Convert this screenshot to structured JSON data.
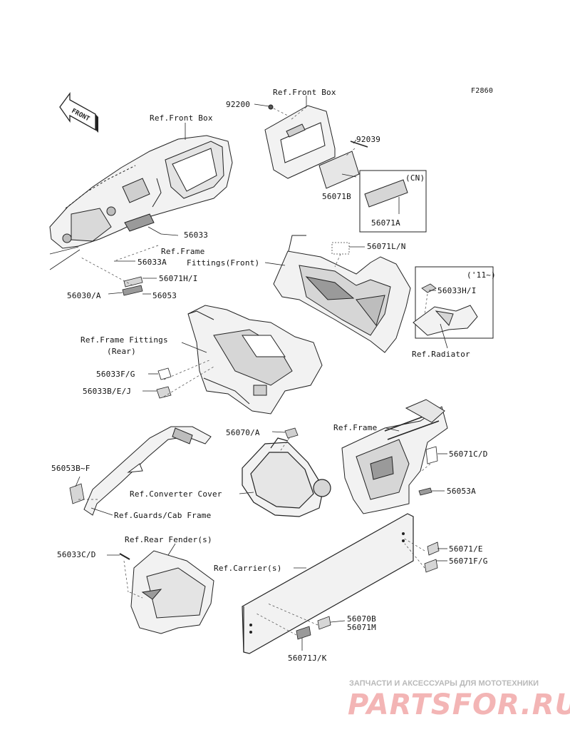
{
  "figure_code": "F2860",
  "front_arrow_label": "FRONT",
  "labels": {
    "ref_front_box_top": "Ref.Front Box",
    "ref_front_box_left": "Ref.Front Box",
    "p92200": "92200",
    "p92039": "92039",
    "cn": "(CN)",
    "p56071B": "56071B",
    "p56071A": "56071A",
    "p56033": "56033",
    "ref_frame_fittings_front_1": "Ref.Frame",
    "ref_frame_fittings_front_2": "Fittings(Front)",
    "p56071LN": "56071L/N",
    "p56033A": "56033A",
    "p56071HI": "56071H/I",
    "p56030A": "56030/A",
    "p56053": "56053",
    "year11": "('11~)",
    "p56033HI": "56033H/I",
    "ref_radiator": "Ref.Radiator",
    "ref_frame_fittings_rear_1": "Ref.Frame Fittings",
    "ref_frame_fittings_rear_2": "(Rear)",
    "p56033FG": "56033F/G",
    "p56033BEJ": "56033B/E/J",
    "p56070A": "56070/A",
    "ref_frame": "Ref.Frame",
    "p56071CD": "56071C/D",
    "p56053BF": "56053B~F",
    "ref_converter_cover": "Ref.Converter Cover",
    "p56053A": "56053A",
    "ref_guards_cab": "Ref.Guards/Cab Frame",
    "ref_rear_fender": "Ref.Rear Fender(s)",
    "p56033CD": "56033C/D",
    "ref_carrier": "Ref.Carrier(s)",
    "p56071E": "56071/E",
    "p56071FG": "56071F/G",
    "p56070B": "56070B",
    "p56071M": "56071M",
    "p56071JK": "56071J/K"
  },
  "watermark": {
    "caption": "ЗАПЧАСТИ И АКСЕССУАРЫ ДЛЯ МОТОТЕХНИКИ",
    "logo": "PARTSFOR.RU"
  },
  "colors": {
    "line": "#222222",
    "fill_light": "#f2f2f2",
    "fill_mid": "#d6d6d6",
    "fill_dark": "#9a9a9a",
    "watermark_caption": "#b9b9b9",
    "watermark_logo": "#f3b5b5"
  }
}
